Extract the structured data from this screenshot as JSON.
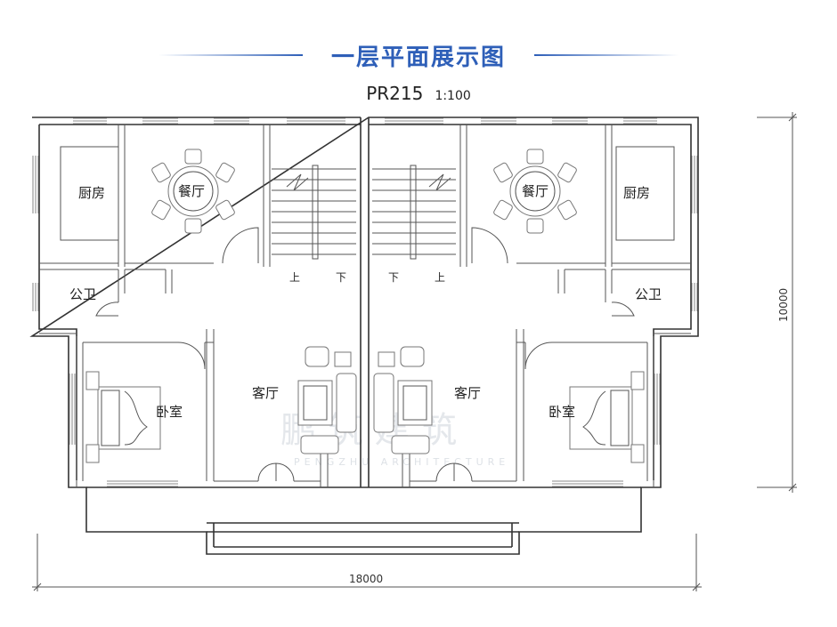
{
  "header": {
    "title": "一层平面展示图",
    "plan_code": "PR215",
    "scale": "1:100",
    "accent_color": "#2e5fb8"
  },
  "rooms": {
    "kitchen": "厨房",
    "dining": "餐厅",
    "toilet": "公卫",
    "bedroom": "卧室",
    "living": "客厅",
    "stair_up": "上",
    "stair_down": "下"
  },
  "dimensions": {
    "width": "18000",
    "depth": "10000"
  },
  "watermark": {
    "text": "鹏 筑 建 筑",
    "sub": "PENGZHU ARCHITECTURE"
  }
}
